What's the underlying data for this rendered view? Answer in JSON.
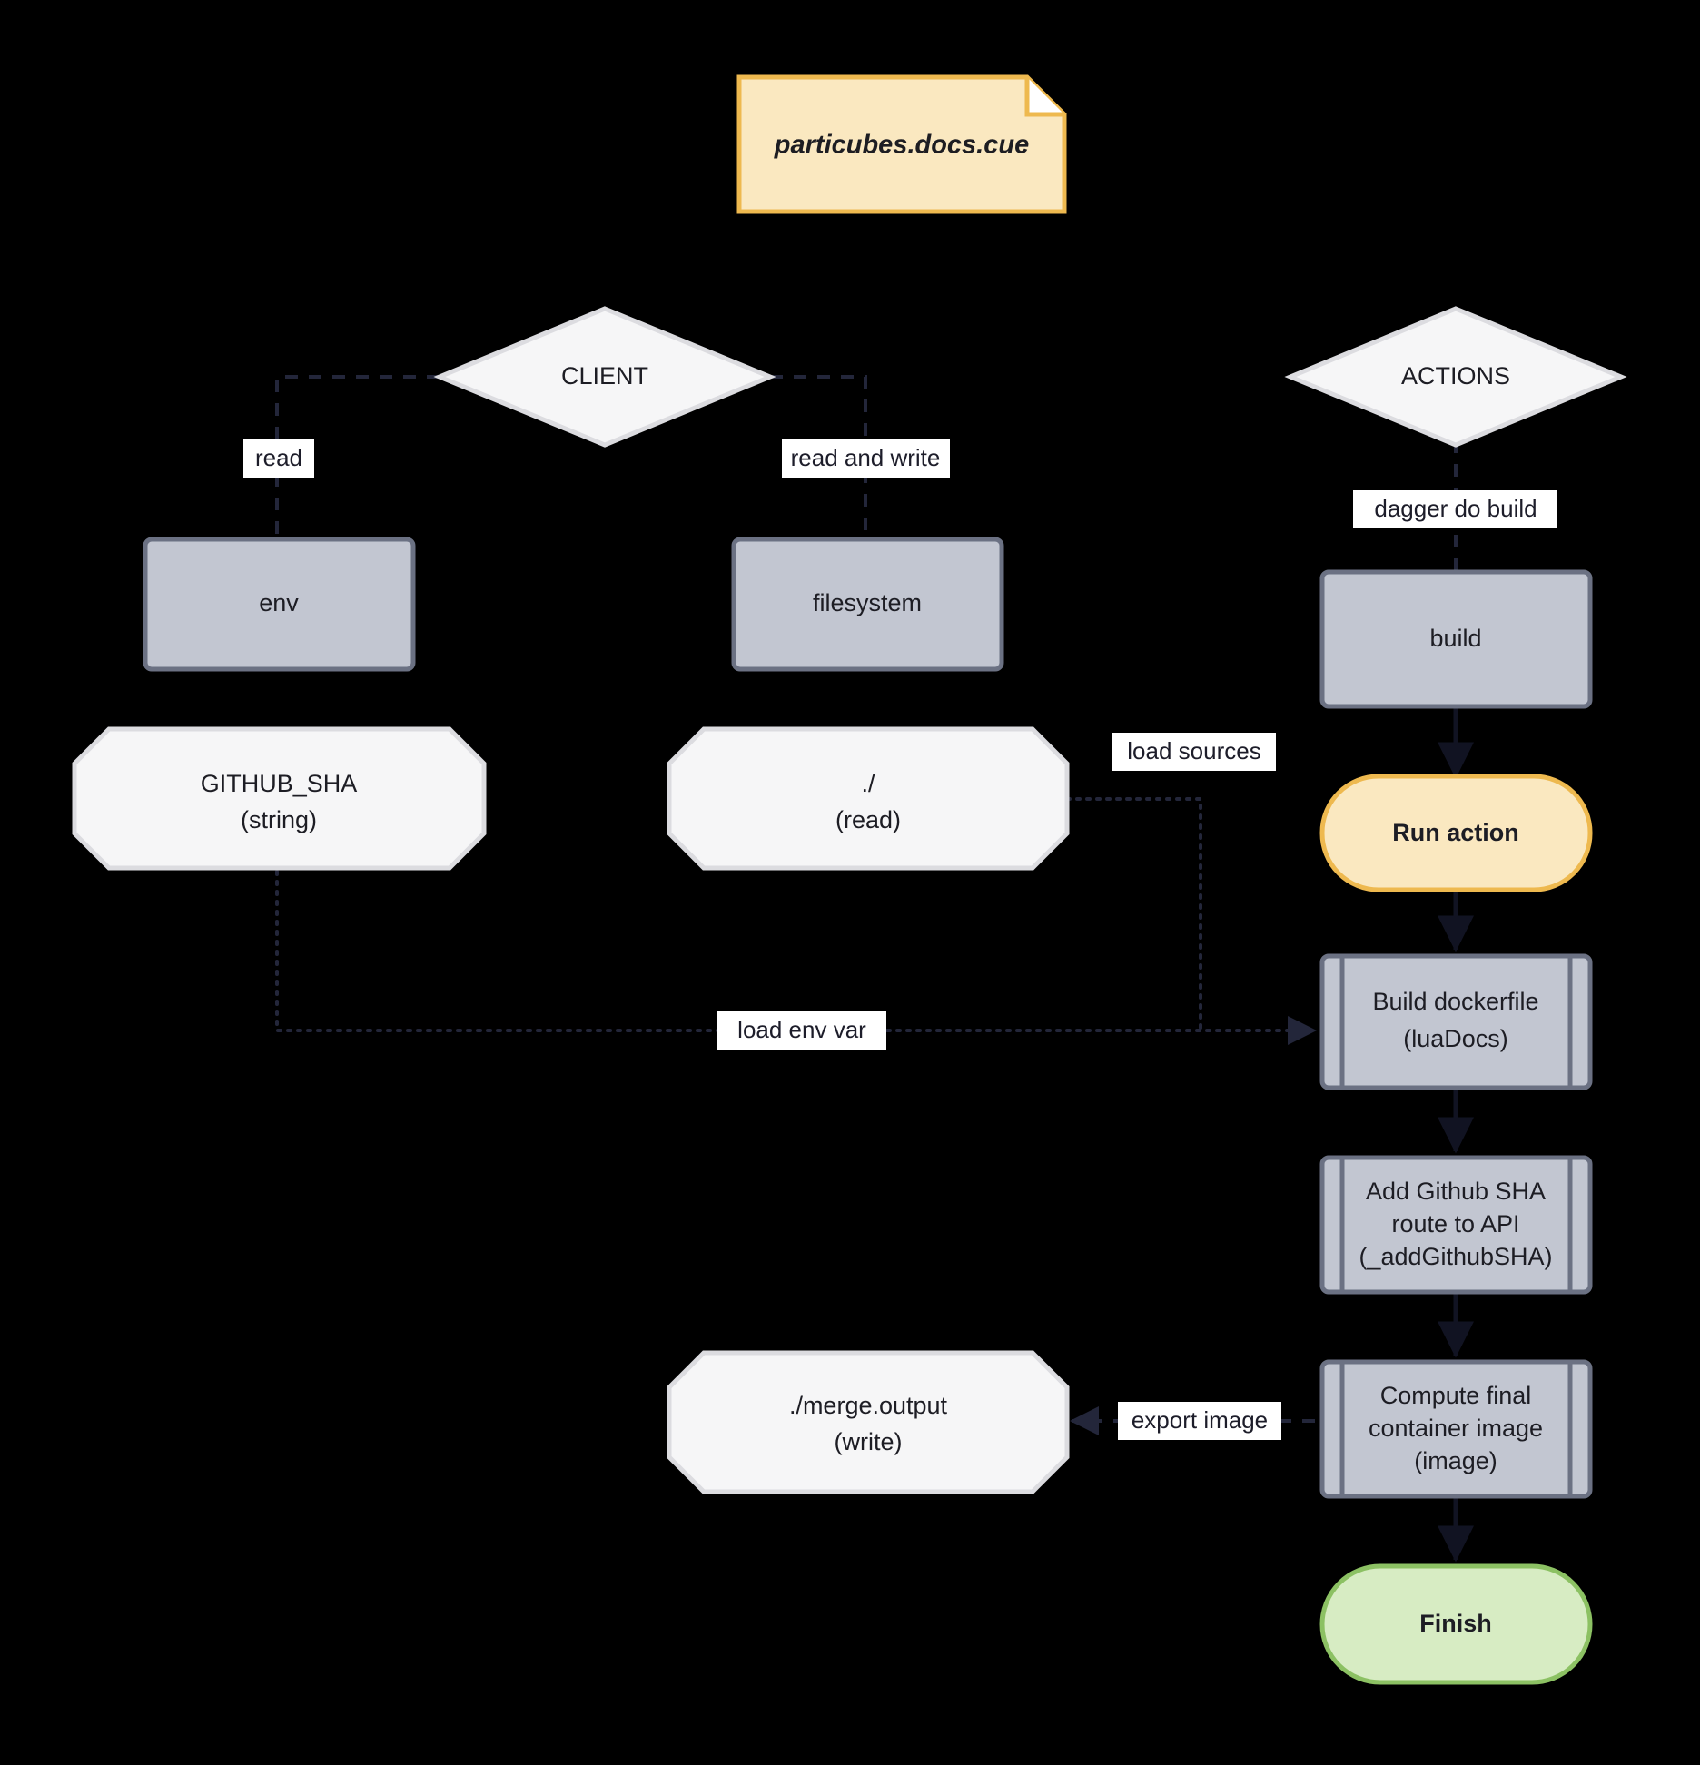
{
  "diagram": {
    "title": "particubes.docs.cue dagger pipeline flowchart",
    "background": "#000000",
    "colors": {
      "note_fill": "#fae8c0",
      "note_stroke": "#eeb94f",
      "white_fill": "#f6f6f7",
      "white_stroke": "#dcdce0",
      "gray_fill": "#c2c6d1",
      "gray_stroke": "#6b7183",
      "green_fill": "#d7ecc3",
      "green_stroke": "#8cc163",
      "edge": "#23263a",
      "text": "#1d1d24"
    }
  },
  "nodes": {
    "note": {
      "label": "particubes.docs.cue",
      "shape": "note"
    },
    "client": {
      "label": "CLIENT",
      "shape": "diamond"
    },
    "actions": {
      "label": "ACTIONS",
      "shape": "diamond"
    },
    "env": {
      "label": "env",
      "shape": "rect"
    },
    "filesystem": {
      "label": "filesystem",
      "shape": "rect"
    },
    "build": {
      "label": "build",
      "shape": "rect"
    },
    "github_sha": {
      "line1": "GITHUB_SHA",
      "line2": "(string)",
      "shape": "octagon"
    },
    "dot_read": {
      "line1": "./",
      "line2": "(read)",
      "shape": "octagon"
    },
    "run_action": {
      "label": "Run action",
      "shape": "stadium"
    },
    "build_dockerfile": {
      "line1": "Build dockerfile",
      "line2": "(luaDocs)",
      "shape": "subroutine"
    },
    "add_github_sha": {
      "line1": "Add Github SHA",
      "line2": "route to API",
      "line3": "(_addGithubSHA)",
      "shape": "subroutine"
    },
    "compute_image": {
      "line1": "Compute final",
      "line2": "container image",
      "line3": "(image)",
      "shape": "subroutine"
    },
    "merge_output": {
      "line1": "./merge.output",
      "line2": "(write)",
      "shape": "octagon"
    },
    "finish": {
      "label": "Finish",
      "shape": "stadium"
    }
  },
  "edge_labels": {
    "read": "read",
    "read_and_write": "read and write",
    "dagger_do_build": "dagger do build",
    "load_sources": "load sources",
    "load_env_var": "load env var",
    "export_image": "export image"
  }
}
